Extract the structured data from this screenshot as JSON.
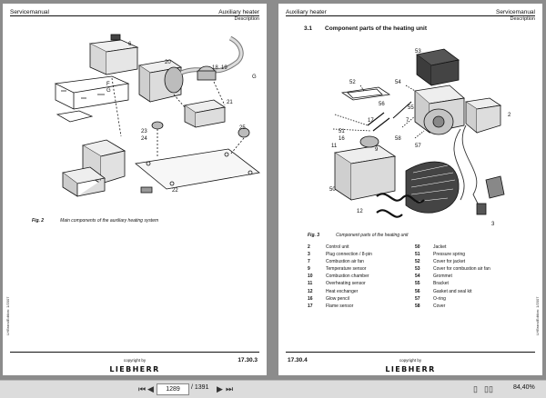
{
  "left_page": {
    "header_left": "Servicemanual",
    "header_right": "Auxiliary heater",
    "header_sub": "Description",
    "figure_label": "Fig. 2",
    "figure_caption": "Main components of the auxiliary heating system",
    "callouts": [
      "6",
      "F",
      "G",
      "20",
      "18",
      "19",
      "G",
      "21",
      "23",
      "24",
      "25",
      "22"
    ],
    "page_number": "17.30.3",
    "copyright": "copyright by",
    "logo": "LIEBHERR",
    "side_note": "LHBrandEdition: 1/2007"
  },
  "right_page": {
    "header_left": "Auxiliary heater",
    "header_right": "Servicemanual",
    "header_sub": "Description",
    "section_number": "3.1",
    "section_title": "Component parts of the heating unit",
    "callouts": [
      "53",
      "52",
      "54",
      "56",
      "55",
      "17",
      "7",
      "51",
      "58",
      "57",
      "11",
      "16",
      "2",
      "3",
      "9",
      "50",
      "12"
    ],
    "figure_label": "Fig. 3",
    "figure_caption": "Component parts of the heating unit",
    "parts_left": [
      {
        "num": "2",
        "desc": "Control unit"
      },
      {
        "num": "3",
        "desc": "Plug connection / 8-pin"
      },
      {
        "num": "7",
        "desc": "Combustion air fan"
      },
      {
        "num": "9",
        "desc": "Temperature sensor"
      },
      {
        "num": "10",
        "desc": "Combustion chamber"
      },
      {
        "num": "11",
        "desc": "Overheating sensor"
      },
      {
        "num": "12",
        "desc": "Heat exchanger"
      },
      {
        "num": "16",
        "desc": "Glow pencil"
      },
      {
        "num": "17",
        "desc": "Flame sensor"
      }
    ],
    "parts_right": [
      {
        "num": "50",
        "desc": "Jacket"
      },
      {
        "num": "51",
        "desc": "Pressure spring"
      },
      {
        "num": "52",
        "desc": "Cover for jacket"
      },
      {
        "num": "53",
        "desc": "Cover for combustion air fan"
      },
      {
        "num": "54",
        "desc": "Grommet"
      },
      {
        "num": "55",
        "desc": "Bracket"
      },
      {
        "num": "56",
        "desc": "Gasket and seal kit"
      },
      {
        "num": "57",
        "desc": "O-ring"
      },
      {
        "num": "58",
        "desc": "Cover"
      }
    ],
    "page_number": "17.30.4",
    "copyright": "copyright by",
    "logo": "LIEBHERR",
    "side_note": "LHBrandEdition: 1/2007"
  },
  "nav": {
    "first_icon": "first-page-icon",
    "prev_icon": "previous-page-icon",
    "current_page": "1289",
    "total_pages": "/ 1391",
    "next_icon": "next-page-icon",
    "last_icon": "last-page-icon",
    "zoom": "84,40%"
  }
}
